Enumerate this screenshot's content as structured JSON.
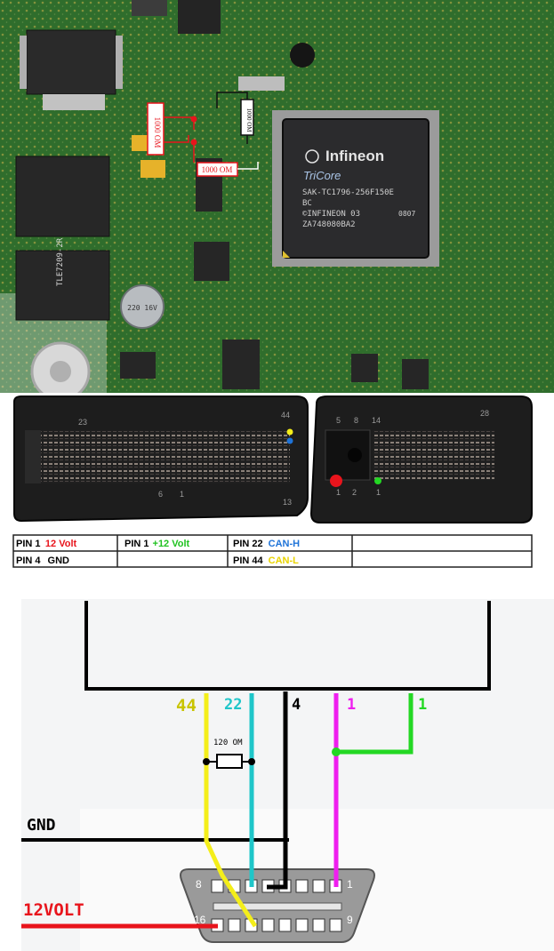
{
  "pcb": {
    "chip_brand": "Infineon",
    "chip_family": "TriCore",
    "chip_lines": [
      "SAK-TC1796-256F150E",
      "BC",
      "©INFINEON 03",
      "ZA748080BA2",
      "0807"
    ],
    "resistor_labels": [
      "1000 OM",
      "1000 OM",
      "1000 OM"
    ],
    "ic_text": "TLE7209-2R",
    "cap_text": "220 16V"
  },
  "connector": {
    "left_pin_numbers": [
      "23",
      "44",
      "6",
      "1",
      "13"
    ],
    "right_pin_numbers": [
      "5",
      "8",
      "14",
      "28",
      "1",
      "2",
      "1"
    ]
  },
  "pin_table": {
    "rows": [
      [
        {
          "pin": "PIN 1",
          "signal": "12 Volt",
          "color": "#e8141c"
        },
        {
          "pin": "PIN 1",
          "signal": "+12 Volt",
          "color": "#1fc21f"
        },
        {
          "pin": "PIN 22",
          "signal": "CAN-H",
          "color": "#1e73d8"
        },
        {
          "pin": "",
          "signal": "",
          "color": "#000000"
        }
      ],
      [
        {
          "pin": "PIN 4",
          "signal": "GND",
          "color": "#000000"
        },
        {
          "pin": "",
          "signal": "",
          "color": "#000000"
        },
        {
          "pin": "PIN 44",
          "signal": "CAN-L",
          "color": "#e9d400"
        },
        {
          "pin": "",
          "signal": "",
          "color": "#000000"
        }
      ]
    ]
  },
  "wiring": {
    "wires": [
      {
        "label": "44",
        "color": "#c9c400"
      },
      {
        "label": "22",
        "color": "#1fc6c9"
      },
      {
        "label": "4",
        "color": "#000000"
      },
      {
        "label": "1",
        "color": "#ef1eef"
      },
      {
        "label": "1",
        "color": "#23d823"
      }
    ],
    "resistor_label": "120 OM",
    "gnd_label": "GND",
    "volt_label": "12VOLT",
    "obd_pin_labels": [
      "8",
      "1",
      "16",
      "9"
    ]
  },
  "colors": {
    "pcb_green": "#2f6d2c",
    "connector_black": "#1c1c1c",
    "yellow_wire": "#f4ee1a",
    "cyan_wire": "#1fc6c9",
    "magenta_wire": "#ef1eef",
    "green_wire": "#23d823",
    "red_wire": "#e8141c"
  }
}
